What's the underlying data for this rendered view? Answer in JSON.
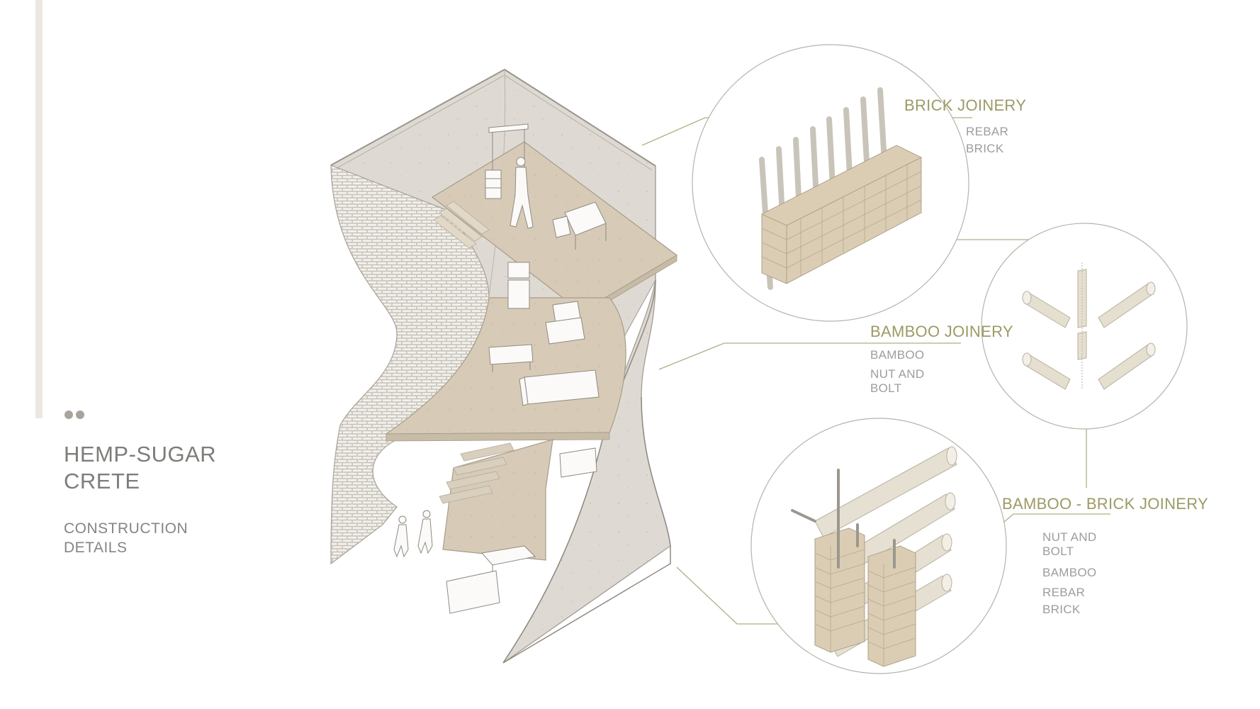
{
  "title": {
    "line1": "HEMP-SUGAR",
    "line2": "CRETE"
  },
  "subtitle": {
    "line1": "CONSTRUCTION",
    "line2": "DETAILS"
  },
  "details": {
    "brick_joinery": {
      "heading": "BRICK JOINERY",
      "items": [
        "REBAR",
        "BRICK"
      ]
    },
    "bamboo_joinery": {
      "heading": "BAMBOO JOINERY",
      "items": [
        "BAMBOO"
      ],
      "nut_bolt": [
        "NUT AND",
        "BOLT"
      ]
    },
    "bamboo_brick_joinery": {
      "heading": "BAMBOO - BRICK JOINERY",
      "nut_bolt": [
        "NUT AND",
        "BOLT"
      ],
      "items": [
        "BAMBOO",
        "REBAR",
        "BRICK"
      ]
    }
  },
  "colors": {
    "accent_olive": "#9d9a65",
    "leader_line": "#b2ae84",
    "sidebar": "#ebe7e2",
    "concrete": "#dcd8d1",
    "floor": "#d5c9b5",
    "brick": "#d8cbb0",
    "bamboo": "#e2dccd"
  }
}
